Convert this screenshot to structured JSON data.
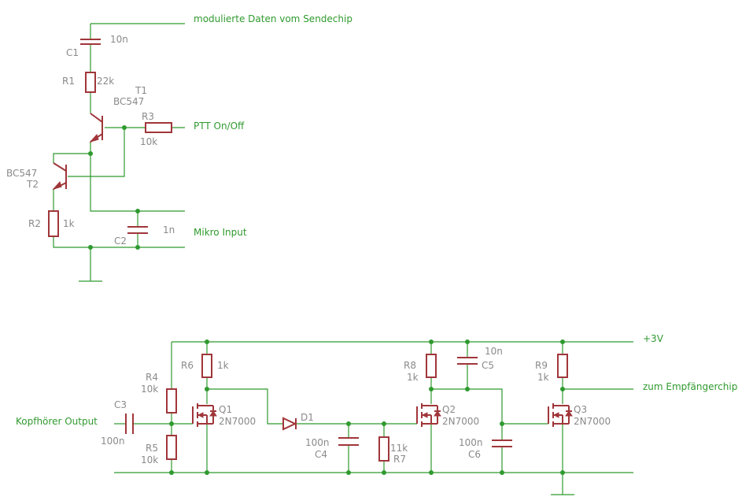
{
  "nets": {
    "modulated": "modulierte Daten vom Sendechip",
    "ptt": "PTT On/Off",
    "mic": "Mikro Input",
    "headphone": "Kopfhörer Output",
    "vcc": "+3V",
    "rx": "zum Empfängerchip"
  },
  "parts": {
    "c1": {
      "name": "C1",
      "value": "10n"
    },
    "r1": {
      "name": "R1",
      "value": "22k"
    },
    "t1": {
      "name": "T1",
      "value": "BC547"
    },
    "r3": {
      "name": "R3",
      "value": "10k"
    },
    "t2": {
      "name": "T2",
      "value": "BC547"
    },
    "r2": {
      "name": "R2",
      "value": "1k"
    },
    "c2": {
      "name": "C2",
      "value": "1n"
    },
    "c3": {
      "name": "C3",
      "value": "100n"
    },
    "r4": {
      "name": "R4",
      "value": "10k"
    },
    "r5": {
      "name": "R5",
      "value": "10k"
    },
    "r6": {
      "name": "R6",
      "value": "1k"
    },
    "q1": {
      "name": "Q1",
      "value": "2N7000"
    },
    "d1": {
      "name": "D1"
    },
    "c4": {
      "name": "C4",
      "value": "100n"
    },
    "r7": {
      "name": "R7",
      "value": "11k"
    },
    "r8": {
      "name": "R8",
      "value": "1k"
    },
    "c5": {
      "name": "C5",
      "value": "10n"
    },
    "q2": {
      "name": "Q2",
      "value": "2N7000"
    },
    "c6": {
      "name": "C6",
      "value": "100n"
    },
    "r9": {
      "name": "R9",
      "value": "1k"
    },
    "q3": {
      "name": "Q3",
      "value": "2N7000"
    }
  },
  "colors": {
    "wire": "#2f9a2f",
    "component": "#a0363a",
    "label": "#8a8a8a"
  }
}
